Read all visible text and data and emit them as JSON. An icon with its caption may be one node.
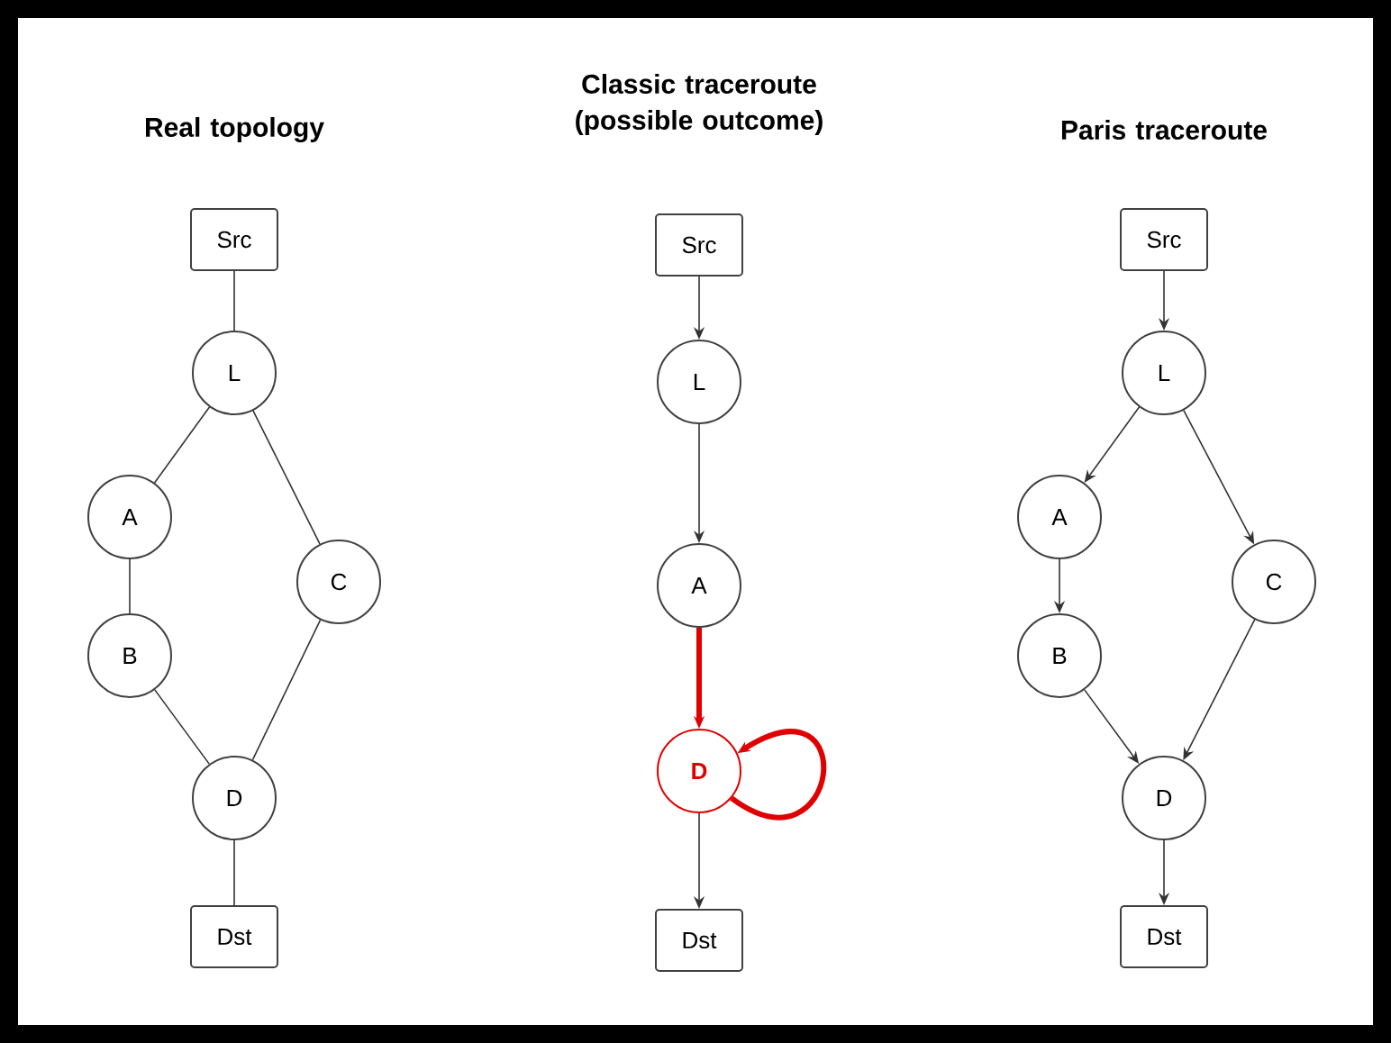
{
  "diagram": {
    "nodes": [
      {
        "text": [
          "Src"
        ]
      },
      {
        "text": [
          "L"
        ]
      },
      {
        "text": [
          "A"
        ]
      },
      {
        "text": [
          "B"
        ]
      },
      {
        "text": [
          "C"
        ]
      },
      {
        "text": [
          "D"
        ]
      },
      {
        "text": [
          "Dst"
        ]
      },
      {
        "text": [
          "Src"
        ]
      },
      {
        "text": [
          "L"
        ]
      },
      {
        "text": [
          "A"
        ]
      },
      {
        "text": [
          "D"
        ]
      },
      {
        "text": [
          "Dst"
        ]
      },
      {
        "text": [
          "Src"
        ]
      },
      {
        "text": [
          "L"
        ]
      },
      {
        "text": [
          "A"
        ]
      },
      {
        "text": [
          "B"
        ]
      },
      {
        "text": [
          "C"
        ]
      },
      {
        "text": [
          "D"
        ]
      },
      {
        "text": [
          "Dst"
        ]
      }
    ],
    "edges": [
      {
        "from": 0,
        "to": 1,
        "arrow": "none"
      },
      {
        "from": 1,
        "to": 2,
        "arrow": "none"
      },
      {
        "from": 1,
        "to": 4,
        "arrow": "none"
      },
      {
        "from": 2,
        "to": 3,
        "arrow": "none"
      },
      {
        "from": 3,
        "to": 5,
        "arrow": "none"
      },
      {
        "from": 4,
        "to": 5,
        "arrow": "none"
      },
      {
        "from": 5,
        "to": 6,
        "arrow": "none"
      },
      {
        "from": 7,
        "to": 8,
        "arrow": "to"
      },
      {
        "from": 8,
        "to": 9,
        "arrow": "to"
      },
      {
        "from": 9,
        "to": 10,
        "arrow": "to",
        "style": "thick",
        "color": "#e00000"
      },
      {
        "from": 10,
        "to": 10,
        "arrow": "to",
        "style": "thick",
        "color": "#e00000"
      },
      {
        "from": 10,
        "to": 11,
        "arrow": "to"
      },
      {
        "from": 12,
        "to": 13,
        "arrow": "to"
      },
      {
        "from": 13,
        "to": 14,
        "arrow": "to"
      },
      {
        "from": 13,
        "to": 16,
        "arrow": "to"
      },
      {
        "from": 14,
        "to": 15,
        "arrow": "to"
      },
      {
        "from": 15,
        "to": 17,
        "arrow": "to"
      },
      {
        "from": 16,
        "to": 17,
        "arrow": "to"
      },
      {
        "from": 17,
        "to": 18,
        "arrow": "to"
      }
    ],
    "labels": [
      "Real topology",
      "Classic traceroute (possible outcome)",
      "Paris traceroute"
    ]
  }
}
